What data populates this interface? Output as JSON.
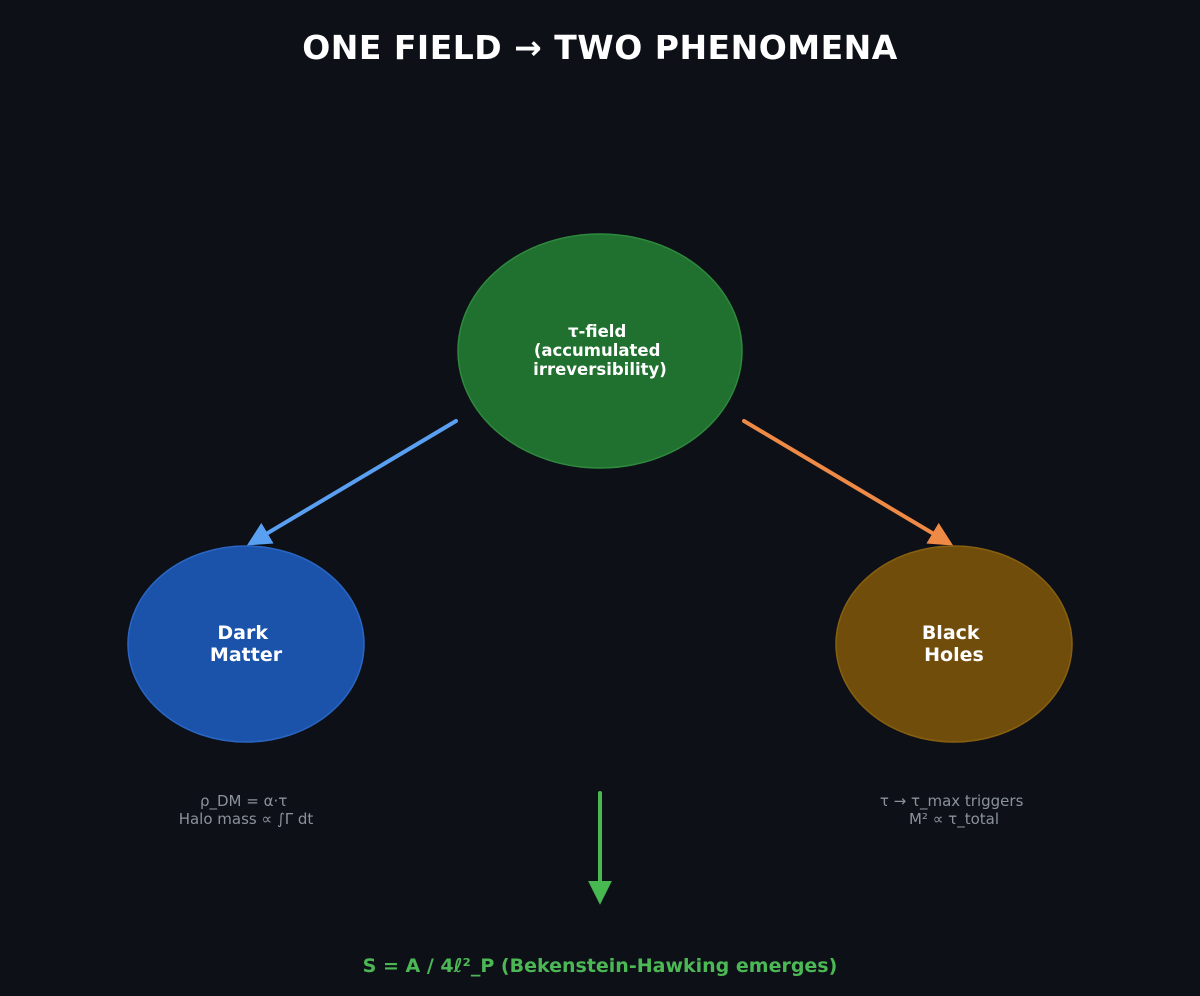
{
  "title": "ONE FIELD → TWO PHENOMENA",
  "colors": {
    "background": "#0d1017",
    "title": "#ffffff",
    "tau_fill": "#20702f",
    "tau_stroke": "#2e8a3d",
    "dm_fill": "#1b53ab",
    "dm_stroke": "#2a66c4",
    "bh_fill": "#714d0b",
    "bh_stroke": "#87600f",
    "arrow_dm": "#5aa0f2",
    "arrow_bh": "#ee8a45",
    "arrow_down": "#48b851",
    "note": "#8b929c",
    "footer": "#4cb855",
    "node_text": "#ffffff"
  },
  "nodes": {
    "tau_field": {
      "lines": [
        "τ-field",
        "(accumulated",
        "irreversibility)"
      ]
    },
    "dark_matter": {
      "lines": [
        "Dark",
        "Matter"
      ]
    },
    "black_holes": {
      "lines": [
        "Black",
        "Holes"
      ]
    }
  },
  "notes": {
    "dark_matter": [
      "ρ_DM = α·τ",
      "Halo mass ∝ ∫Γ dt"
    ],
    "black_holes": [
      "τ → τ_max triggers",
      "M² ∝ τ_total"
    ]
  },
  "footer": "S = A / 4ℓ²_P  (Bekenstein-Hawking emerges)"
}
